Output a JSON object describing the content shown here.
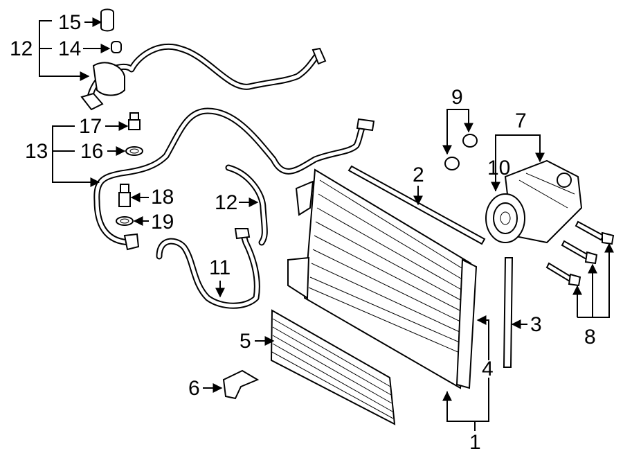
{
  "callouts": {
    "c1": "1",
    "c2": "2",
    "c3": "3",
    "c4": "4",
    "c5": "5",
    "c6": "6",
    "c7": "7",
    "c8": "8",
    "c9": "9",
    "c10": "10",
    "c11": "11",
    "c12_top": "12",
    "c12_mid": "12",
    "c13": "13",
    "c14": "14",
    "c15": "15",
    "c16": "16",
    "c17": "17",
    "c18": "18",
    "c19": "19"
  },
  "colors": {
    "line": "#000000",
    "background": "#ffffff"
  }
}
